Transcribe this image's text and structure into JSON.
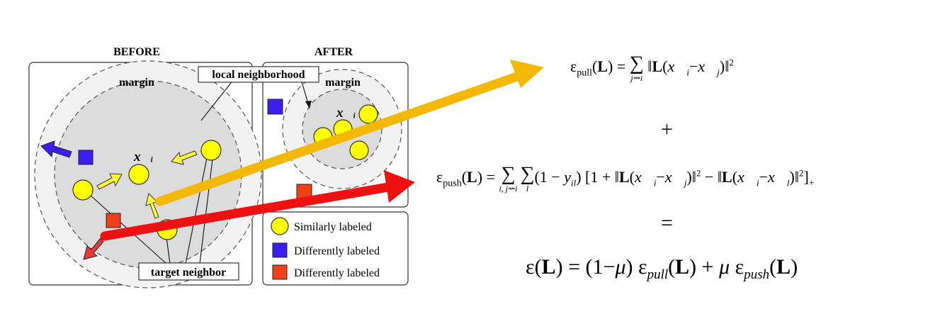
{
  "panels": {
    "before_title": "BEFORE",
    "after_title": "AFTER",
    "margin_label_before": "margin",
    "margin_label_after": "margin",
    "local_neighborhood": "local neighborhood",
    "target_neighbor": "target neighbor",
    "xi_before": "x⃗ᵢ",
    "xi_after": "x⃗ᵢ"
  },
  "legend": {
    "items": [
      {
        "label": "Similarly labeled",
        "color": "#ffff00"
      },
      {
        "label": "Differently labeled",
        "color": "#3b1ef0"
      },
      {
        "label": "Differently labeled",
        "color": "#f0401a"
      }
    ]
  },
  "colors": {
    "pull_arrow": "#f5b800",
    "push_arrow": "#ee1111",
    "similar": "#ffff00",
    "impostor_blue": "#3b1ef0",
    "impostor_red": "#f0401a",
    "panel_fill": "#e6e6e6",
    "ring_fill": "#f2f2f2"
  },
  "equations": {
    "pull": "ε_pull(L) = Σ_{j⇝i} ‖L(x⃗_i − x⃗_j)‖²",
    "plus": "+",
    "push": "ε_push(L) = Σ_{i,j⇝i} Σ_l (1 − y_il) [1 + ‖L(x⃗_i − x⃗_j)‖² − ‖L(x⃗_i − x⃗_l)‖²]_+",
    "equals": "=",
    "total": "ε(L) = (1−μ) ε_pull(L) + μ ε_push(L)"
  }
}
